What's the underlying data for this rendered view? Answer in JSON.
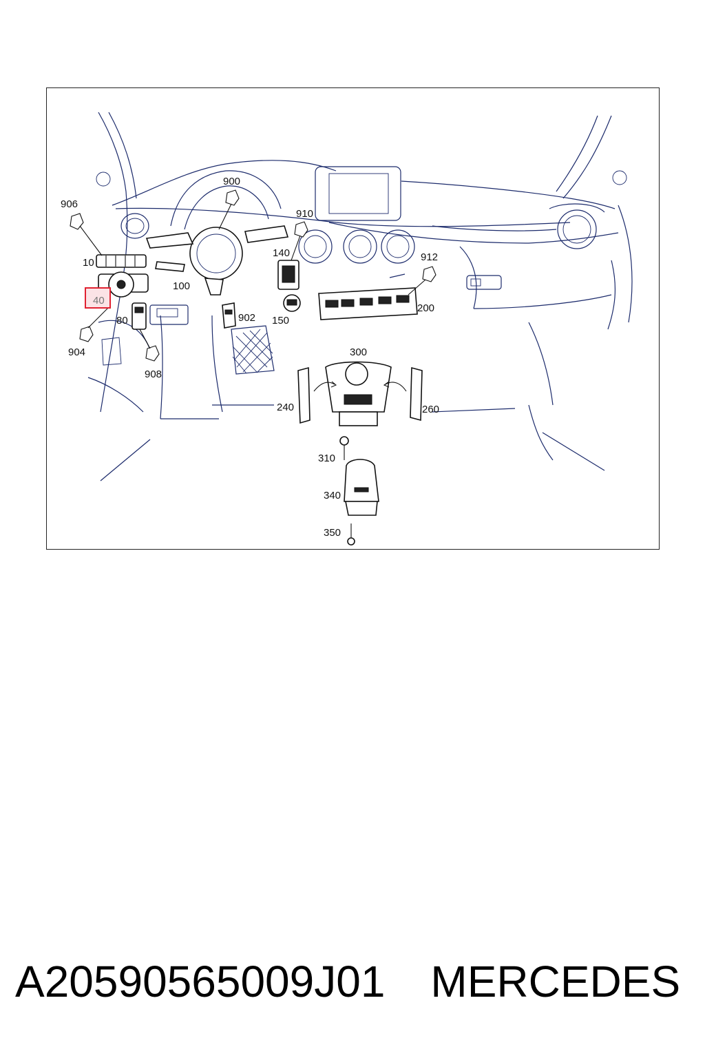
{
  "diagram": {
    "callouts": {
      "c906": "906",
      "c10": "10",
      "c40": "40",
      "c904": "904",
      "c80": "80",
      "c908": "908",
      "c900": "900",
      "c100": "100",
      "c902": "902",
      "c910": "910",
      "c140": "140",
      "c150": "150",
      "c912": "912",
      "c200": "200",
      "c300": "300",
      "c240": "240",
      "c260": "260",
      "c310": "310",
      "c340": "340",
      "c350": "350"
    },
    "highlighted_callout": "40",
    "highlight_color": "#e02030",
    "line_color": "#1b2a6b"
  },
  "footer": {
    "part_number": "A20590565009J01",
    "brand": "MERCEDES"
  }
}
